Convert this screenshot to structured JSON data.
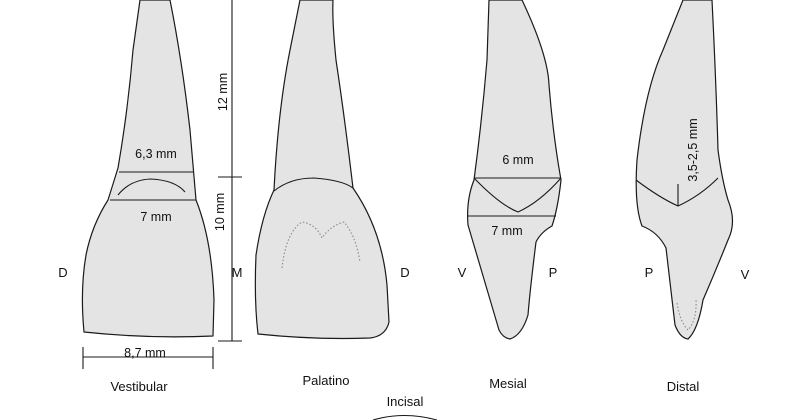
{
  "views": {
    "vestibular": "Vestibular",
    "palatino": "Palatino",
    "mesial": "Mesial",
    "distal": "Distal",
    "incisal": "Incisal"
  },
  "measures": {
    "root_length": "12 mm",
    "crown_length": "10 mm",
    "cervical_md": "6,3 mm",
    "contact_md": "7 mm",
    "crown_md": "8,7 mm",
    "cervical_vp": "6 mm",
    "crown_vp": "7 mm",
    "cej_curve": "3,5-2,5 mm"
  },
  "sides": {
    "vest_left": "D",
    "vest_right": "M",
    "pal_right": "D",
    "mes_left": "V",
    "mes_right": "P",
    "dist_left": "P",
    "dist_right": "V"
  }
}
